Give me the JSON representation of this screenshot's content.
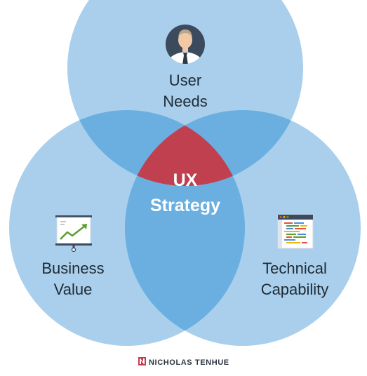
{
  "diagram": {
    "center": {
      "line1": "UX",
      "line2": "Strategy"
    },
    "circles": [
      {
        "id": "user",
        "label_line1": "User",
        "label_line2": "Needs",
        "icon": "user-avatar-icon"
      },
      {
        "id": "business",
        "label_line1": "Business",
        "label_line2": "Value",
        "icon": "presentation-chart-icon"
      },
      {
        "id": "technical",
        "label_line1": "Technical",
        "label_line2": "Capability",
        "icon": "code-window-icon"
      }
    ],
    "colors": {
      "circle_fill": "#a9cfec",
      "overlap_fill": "#6aafe0",
      "center_fill": "#c0404f",
      "text": "#1f2a33"
    }
  },
  "brand": {
    "name": "NICHOLAS TENHUE",
    "logo_color": "#c0404f"
  }
}
